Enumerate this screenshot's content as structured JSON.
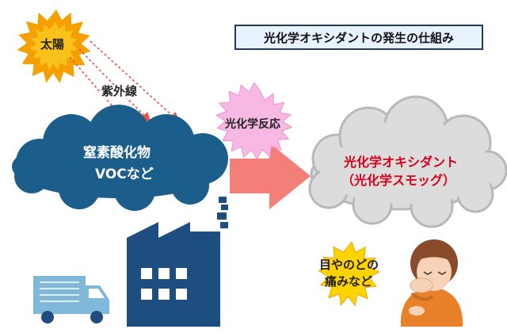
{
  "title": "光化学オキシダントの発生の仕組み",
  "sun": {
    "label": "太陽"
  },
  "uv": {
    "label": "紫外線"
  },
  "pollutants": {
    "line1": "窒素酸化物",
    "line2": "VOCなど"
  },
  "reaction": {
    "label": "光化学反応"
  },
  "oxidant": {
    "line1": "光化学オキシダント",
    "line2": "（光化学スモッグ）"
  },
  "symptom": {
    "line1": "目やのどの",
    "line2": "痛みなど"
  },
  "colors": {
    "sun": "#f5a000",
    "cloud_dark": "#1b5e8b",
    "cloud_light": "#dcdcdc",
    "arrow": "#f47e78",
    "burst_pink": "#f7b8e4",
    "burst_yellow": "#ffd400",
    "factory": "#1e4d7f",
    "truck": "#7fb8d8",
    "oxidant_text": "#d6001c",
    "title_border": "#1f3a5a",
    "title_bg": "#e9f3ff"
  }
}
